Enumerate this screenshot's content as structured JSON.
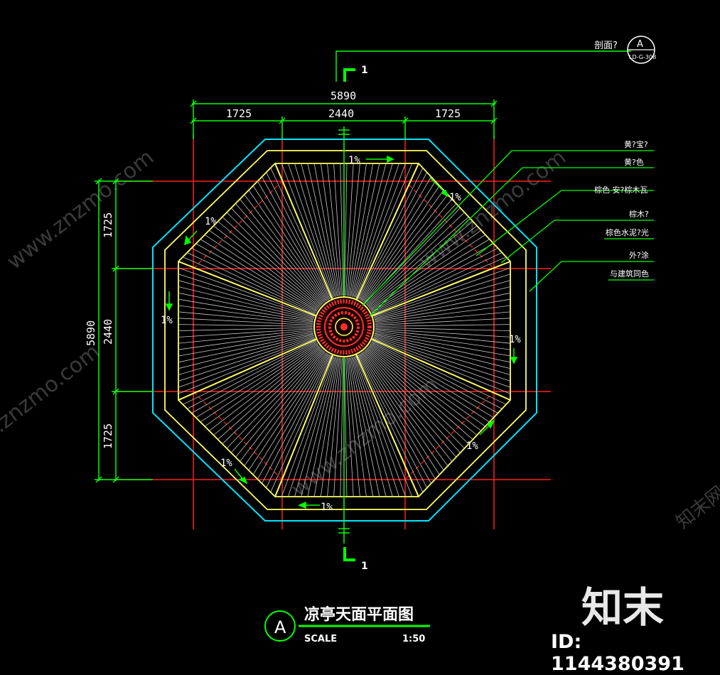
{
  "dimensions": {
    "overall": "5890",
    "top_left": "1725",
    "top_mid": "2440",
    "top_right": "1725",
    "left_overall": "5890",
    "left_top": "1725",
    "left_mid": "2440",
    "left_bottom": "1725"
  },
  "section_marks": {
    "top": "1",
    "bottom": "1"
  },
  "section_callout": {
    "label": "剖面?",
    "letter": "A",
    "ref": "LD-G-308"
  },
  "slopes": [
    "1%",
    "1%",
    "1%",
    "1%",
    "1%",
    "1%",
    "1%",
    "1%"
  ],
  "leaders": [
    "黄?宝?",
    "黄?色",
    "棕色 安?棕木瓦",
    "棕木?",
    "棕色水泥?光",
    "外?涂",
    "与建筑同色"
  ],
  "title_block": {
    "letter": "A",
    "title": "凉亭天面平面图",
    "scale_label": "SCALE",
    "scale_value": "1:50"
  },
  "watermarks": {
    "url": "www.znzmo.com",
    "url_short": ".znzmo.com",
    "site": "知末网",
    "logo": "知末",
    "id": "ID: 1144380391"
  },
  "colors": {
    "background": "#000000",
    "green": "#00ff00",
    "yellow": "#ffff66",
    "red": "#ff2020",
    "cyan": "#00e5ff",
    "white": "#ffffff"
  }
}
